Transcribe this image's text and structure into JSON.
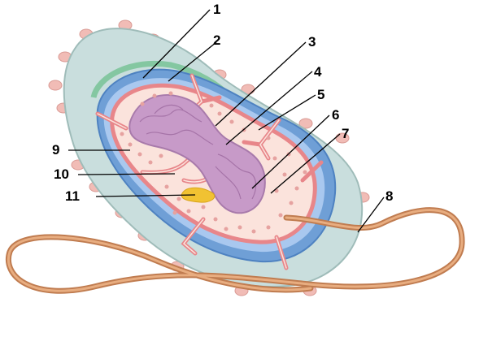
{
  "labels": {
    "l1": "1",
    "l2": "2",
    "l3": "3",
    "l4": "4",
    "l5": "5",
    "l6": "6",
    "l7": "7",
    "l8": "8",
    "l9": "9",
    "l10": "10",
    "l11": "11"
  },
  "colors": {
    "capsule": "#c9dedd",
    "capsule_edge": "#9fbcb9",
    "cell_wall": "#6f9fd6",
    "wall_light": "#a9c8ef",
    "membrane": "#e8868a",
    "cytoplasm": "#fbe3dc",
    "ribosome": "#e6a2a0",
    "nucleoid": "#c79ac8",
    "flagellum": "#d9925f",
    "pili": "#f1bcb6",
    "granule": "#f1c232",
    "green_layer": "#7cc49a"
  }
}
